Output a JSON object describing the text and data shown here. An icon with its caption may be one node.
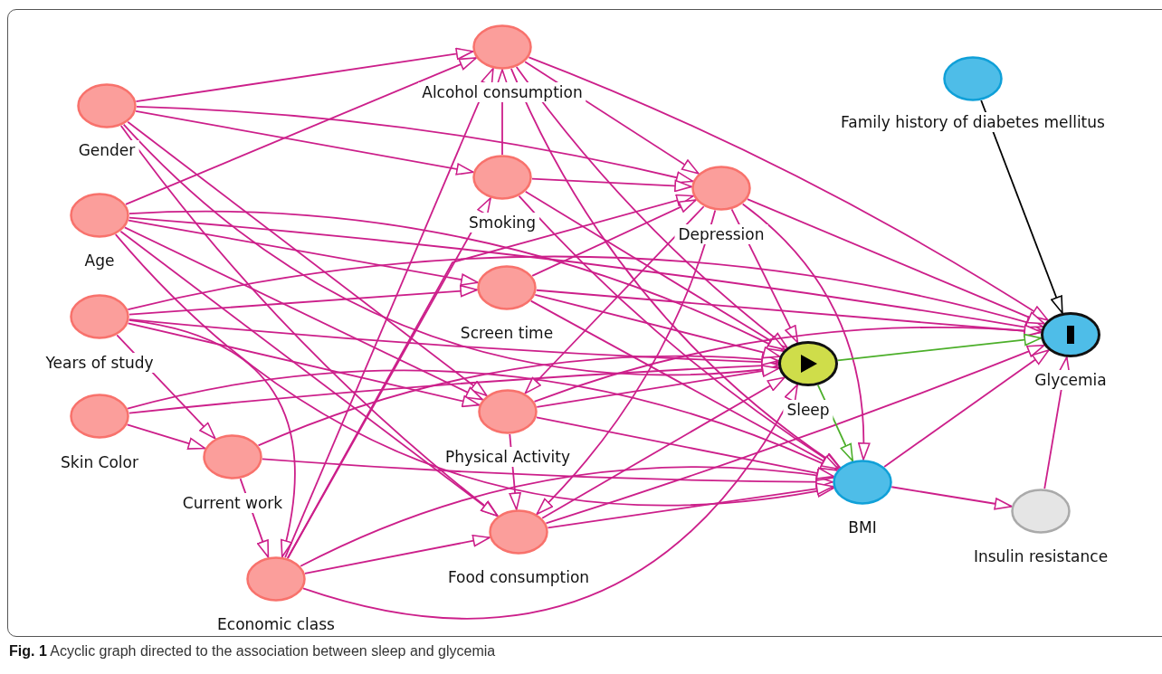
{
  "diagram": {
    "caption": "**Fig. 1** Acyclic graph directed to the association between sleep and glycemia",
    "nodes": [
      {
        "text": [
          "Gender"
        ]
      },
      {
        "text": [
          "Age"
        ]
      },
      {
        "text": [
          "Years of study"
        ]
      },
      {
        "text": [
          "Skin Color"
        ]
      },
      {
        "text": [
          "Current work"
        ]
      },
      {
        "text": [
          "Economic class"
        ]
      },
      {
        "text": [
          "Alcohol consumption"
        ]
      },
      {
        "text": [
          "Smoking"
        ]
      },
      {
        "text": [
          "Screen time"
        ]
      },
      {
        "text": [
          "Depression"
        ]
      },
      {
        "text": [
          "Physical Activity"
        ]
      },
      {
        "text": [
          "Food consumption"
        ]
      },
      {
        "text": [
          "Sleep"
        ]
      },
      {
        "text": [
          "BMI"
        ]
      },
      {
        "text": [
          "Family history of diabetes mellitus"
        ]
      },
      {
        "text": [
          "Glycemia"
        ]
      },
      {
        "text": [
          "Insulin resistance"
        ]
      }
    ],
    "edges": [
      {
        "from": 0,
        "to": 6,
        "arrow": "to"
      },
      {
        "from": 0,
        "to": 7,
        "arrow": "to"
      },
      {
        "from": 0,
        "to": 9,
        "arrow": "to"
      },
      {
        "from": 0,
        "to": 12,
        "arrow": "to"
      },
      {
        "from": 0,
        "to": 10,
        "arrow": "to"
      },
      {
        "from": 0,
        "to": 11,
        "arrow": "to"
      },
      {
        "from": 1,
        "to": 6,
        "arrow": "to"
      },
      {
        "from": 1,
        "to": 8,
        "arrow": "to"
      },
      {
        "from": 1,
        "to": 12,
        "arrow": "to"
      },
      {
        "from": 1,
        "to": 13,
        "arrow": "to"
      },
      {
        "from": 1,
        "to": 15,
        "arrow": "to"
      },
      {
        "from": 1,
        "to": 10,
        "arrow": "to"
      },
      {
        "from": 1,
        "to": 11,
        "arrow": "to"
      },
      {
        "from": 2,
        "to": 8,
        "arrow": "to"
      },
      {
        "from": 2,
        "to": 12,
        "arrow": "to"
      },
      {
        "from": 2,
        "to": 15,
        "arrow": "to"
      },
      {
        "from": 2,
        "to": 10,
        "arrow": "to"
      },
      {
        "from": 2,
        "to": 4,
        "arrow": "to"
      },
      {
        "from": 2,
        "to": 5,
        "arrow": "to"
      },
      {
        "from": 3,
        "to": 4,
        "arrow": "to"
      },
      {
        "from": 3,
        "to": 12,
        "arrow": "to"
      },
      {
        "from": 3,
        "to": 13,
        "arrow": "to"
      },
      {
        "from": 4,
        "to": 5,
        "arrow": "to"
      },
      {
        "from": 4,
        "to": 12,
        "arrow": "to"
      },
      {
        "from": 4,
        "to": 13,
        "arrow": "to"
      },
      {
        "from": 5,
        "to": 6,
        "arrow": "to"
      },
      {
        "from": 5,
        "to": 7,
        "arrow": "to"
      },
      {
        "from": 5,
        "to": 9,
        "arrow": "to"
      },
      {
        "from": 5,
        "to": 11,
        "arrow": "to"
      },
      {
        "from": 5,
        "to": 12,
        "arrow": "to"
      },
      {
        "from": 5,
        "to": 13,
        "arrow": "to"
      },
      {
        "from": 7,
        "to": 6,
        "arrow": "to"
      },
      {
        "from": 6,
        "to": 9,
        "arrow": "to"
      },
      {
        "from": 6,
        "to": 12,
        "arrow": "to"
      },
      {
        "from": 6,
        "to": 15,
        "arrow": "to"
      },
      {
        "from": 6,
        "to": 13,
        "arrow": "to"
      },
      {
        "from": 7,
        "to": 9,
        "arrow": "to"
      },
      {
        "from": 7,
        "to": 12,
        "arrow": "to"
      },
      {
        "from": 7,
        "to": 13,
        "arrow": "to"
      },
      {
        "from": 8,
        "to": 9,
        "arrow": "to"
      },
      {
        "from": 8,
        "to": 12,
        "arrow": "to"
      },
      {
        "from": 8,
        "to": 13,
        "arrow": "to"
      },
      {
        "from": 8,
        "to": 15,
        "arrow": "to"
      },
      {
        "from": 9,
        "to": 12,
        "arrow": "to"
      },
      {
        "from": 9,
        "to": 10,
        "arrow": "to"
      },
      {
        "from": 9,
        "to": 11,
        "arrow": "to"
      },
      {
        "from": 9,
        "to": 13,
        "arrow": "to"
      },
      {
        "from": 9,
        "to": 15,
        "arrow": "to"
      },
      {
        "from": 10,
        "to": 12,
        "arrow": "to"
      },
      {
        "from": 10,
        "to": 13,
        "arrow": "to"
      },
      {
        "from": 10,
        "to": 15,
        "arrow": "to"
      },
      {
        "from": 10,
        "to": 11,
        "arrow": "to"
      },
      {
        "from": 11,
        "to": 12,
        "arrow": "to"
      },
      {
        "from": 11,
        "to": 13,
        "arrow": "to"
      },
      {
        "from": 11,
        "to": 15,
        "arrow": "to"
      },
      {
        "from": 12,
        "to": 15,
        "arrow": "to",
        "color": "#4caf2a"
      },
      {
        "from": 12,
        "to": 13,
        "arrow": "to",
        "color": "#4caf2a"
      },
      {
        "from": 13,
        "to": 15,
        "arrow": "to"
      },
      {
        "from": 13,
        "to": 16,
        "arrow": "to"
      },
      {
        "from": 14,
        "to": 15,
        "arrow": "to",
        "color": "#000000"
      },
      {
        "from": 16,
        "to": 15,
        "arrow": "to"
      }
    ]
  }
}
